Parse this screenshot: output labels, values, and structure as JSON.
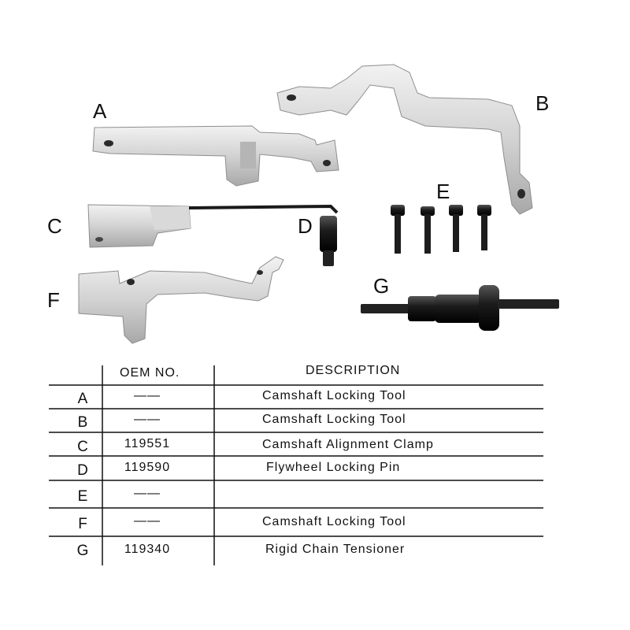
{
  "labels": {
    "a": "A",
    "b": "B",
    "c": "C",
    "d": "D",
    "e": "E",
    "f": "F",
    "g": "G"
  },
  "table": {
    "header_oem": "OEM NO.",
    "header_desc": "DESCRIPTION",
    "rows": [
      {
        "letter": "A",
        "oem": "——",
        "desc": "Camshaft Locking Tool"
      },
      {
        "letter": "B",
        "oem": "——",
        "desc": "Camshaft Locking Tool"
      },
      {
        "letter": "C",
        "oem": "119551",
        "desc": "Camshaft Alignment Clamp"
      },
      {
        "letter": "D",
        "oem": "119590",
        "desc": "Flywheel Locking Pin"
      },
      {
        "letter": "E",
        "oem": "——",
        "desc": ""
      },
      {
        "letter": "F",
        "oem": "——",
        "desc": "Camshaft Locking Tool"
      },
      {
        "letter": "G",
        "oem": "119340",
        "desc": "Rigid Chain Tensioner"
      }
    ]
  },
  "colors": {
    "metal_light": "#e4e4e4",
    "metal_mid": "#c3c3c3",
    "metal_dark": "#9a9a9a",
    "black_part": "#1a1a1a"
  }
}
